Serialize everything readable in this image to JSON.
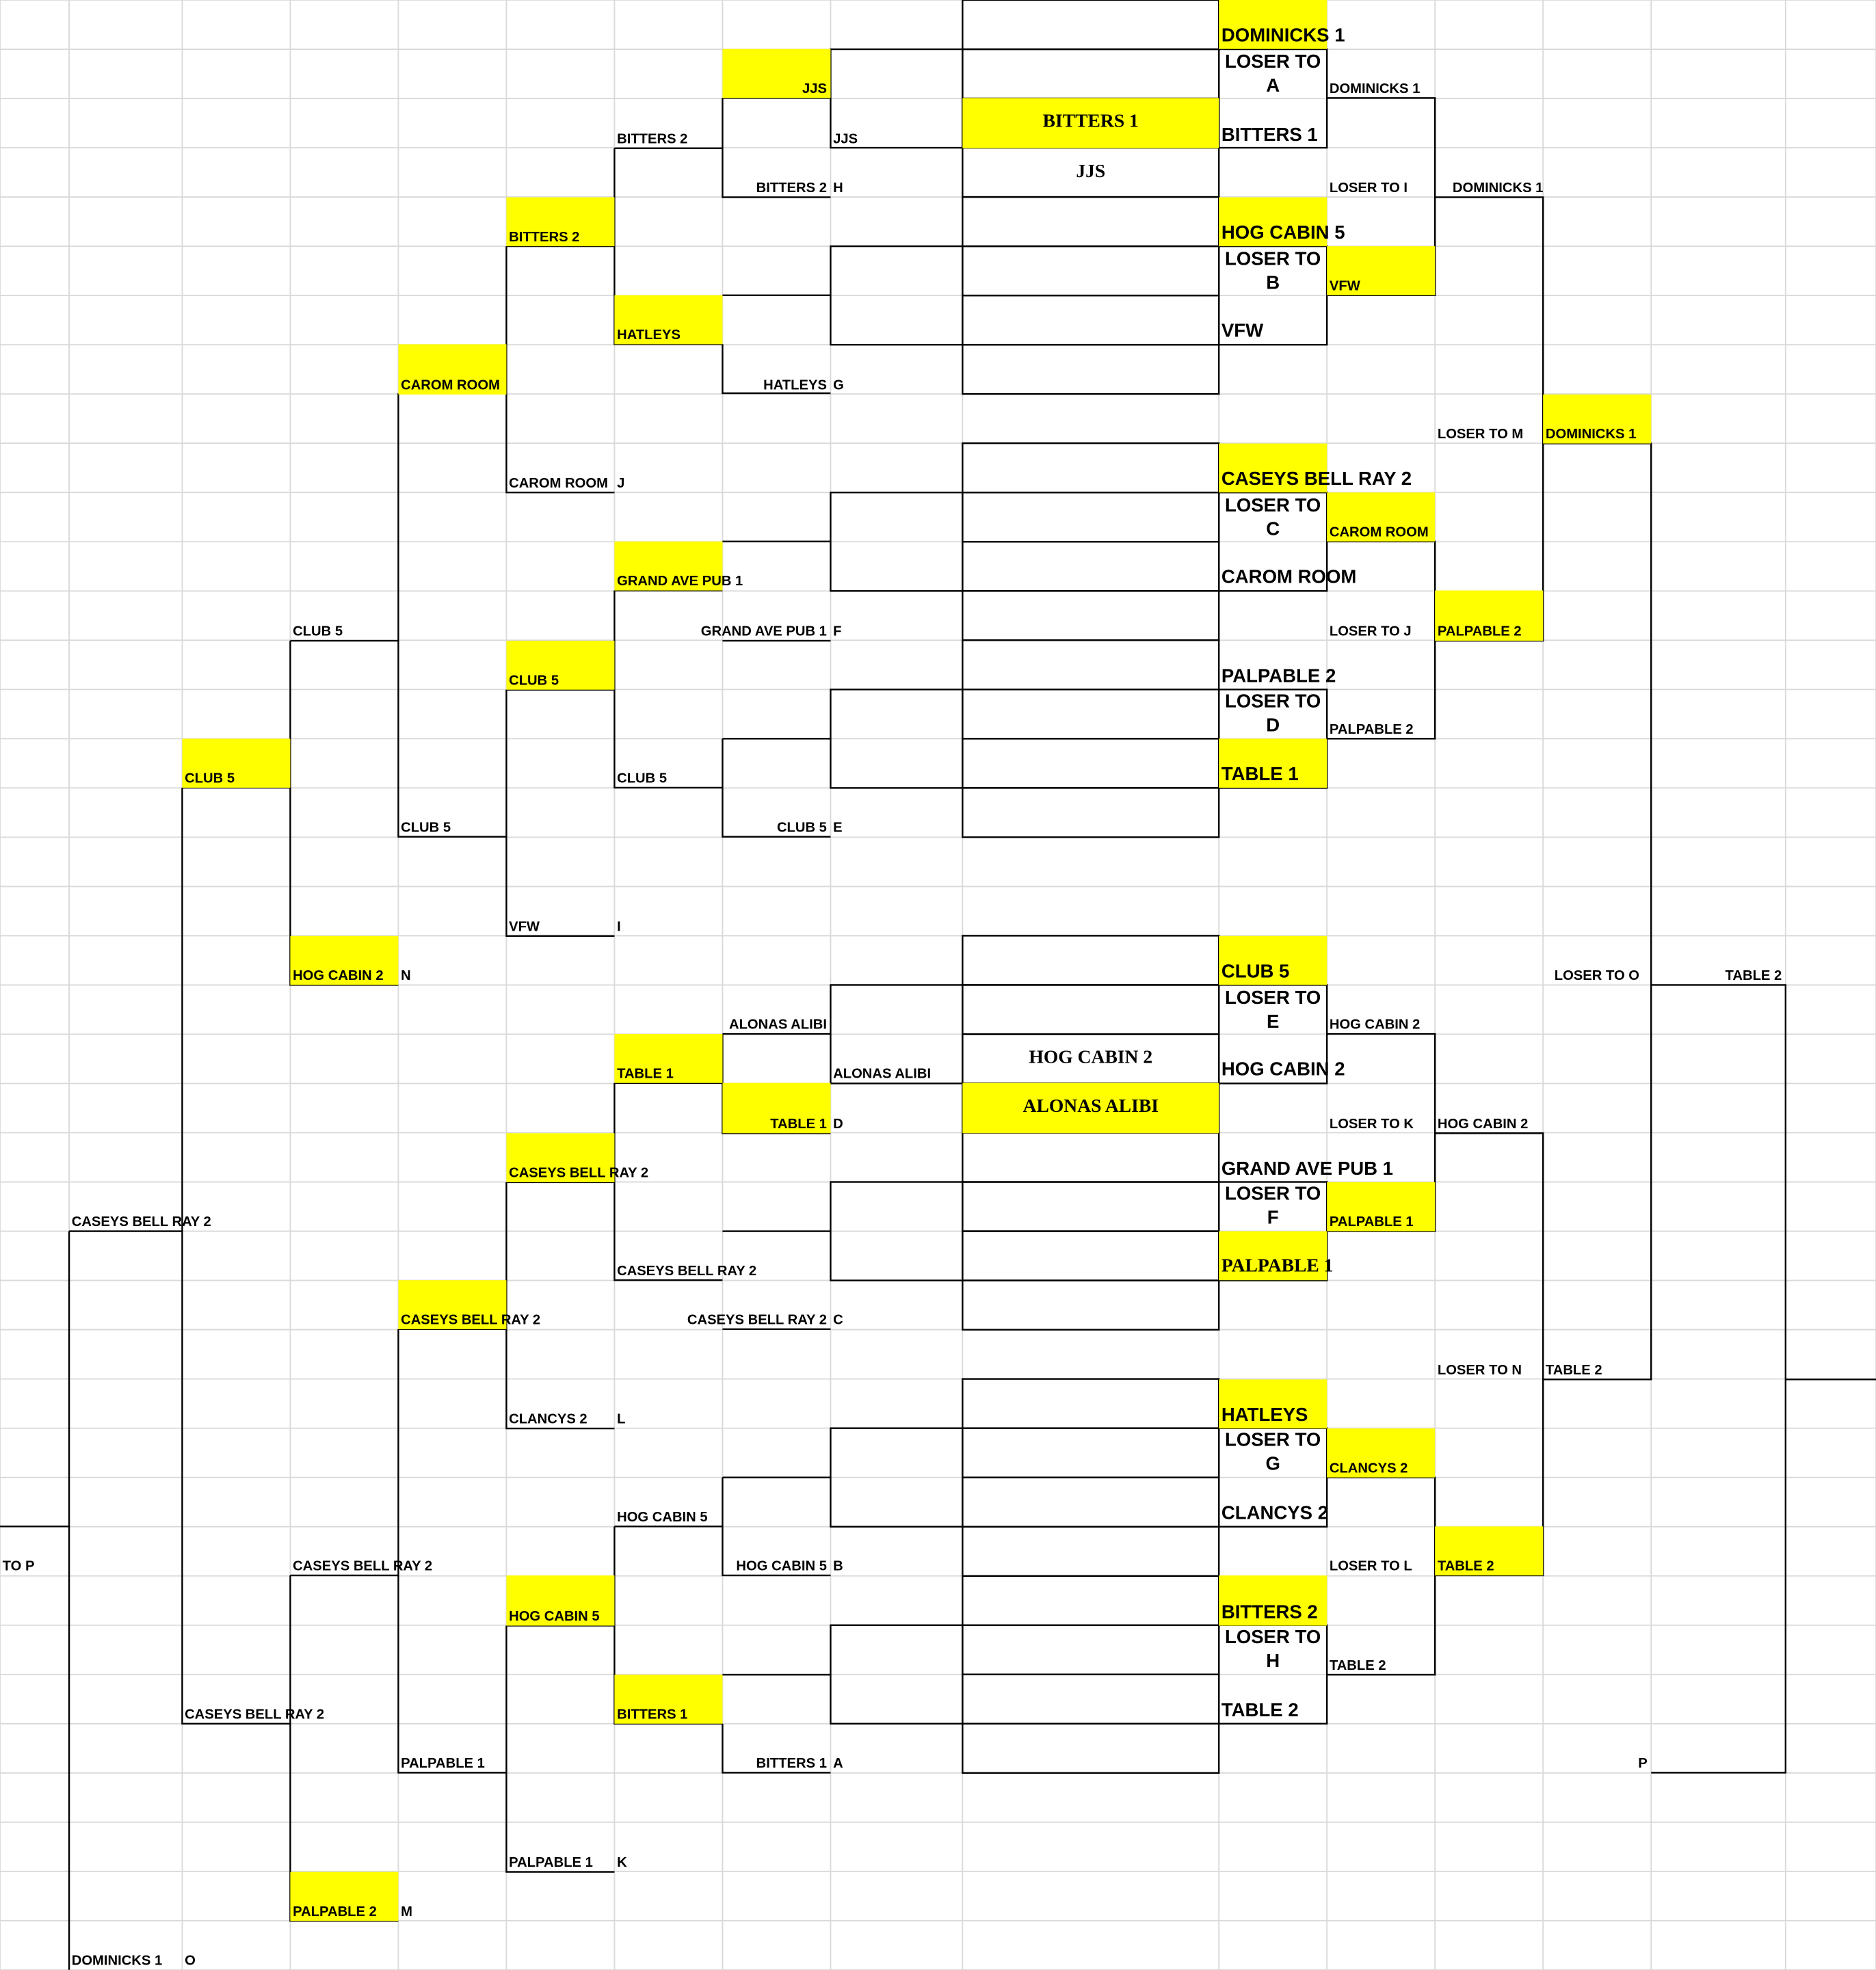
{
  "bracket_left": [
    "JJS",
    "BITTERS 2",
    "JJS",
    "BITTERS 2",
    "H",
    "BITTERS 2",
    "HATLEYS",
    "CAROM ROOM",
    "HATLEYS",
    "G",
    "CAROM ROOM",
    "J",
    "GRAND AVE PUB 1",
    "CLUB 5",
    "GRAND AVE PUB 1",
    "F",
    "CLUB 5",
    "CLUB 5",
    "CLUB 5",
    "CLUB 5",
    "CLUB 5",
    "E",
    "VFW",
    "I",
    "HOG CABIN 2",
    "N",
    "ALONAS ALIBI",
    "TABLE 1",
    "ALONAS ALIBI",
    "TABLE 1",
    "D",
    "CASEYS BELL RAY 2",
    "CASEYS BELL RAY 2",
    "CASEYS BELL RAY 2",
    "CASEYS BELL RAY 2",
    "CASEYS BELL RAY 2",
    "C",
    "CLANCYS 2",
    "L",
    "HOG CABIN 5",
    "TO P",
    "CASEYS BELL RAY 2",
    "HOG CABIN 5",
    "B",
    "HOG CABIN 5",
    "CASEYS BELL RAY 2",
    "BITTERS 1",
    "PALPABLE 1",
    "BITTERS 1",
    "A",
    "PALPABLE 1",
    "K",
    "PALPABLE 2",
    "M",
    "DOMINICKS 1",
    "O"
  ],
  "center_matches": [
    "BITTERS 1",
    "JJS",
    "HOG CABIN 2",
    "ALONAS ALIBI"
  ],
  "losers_column": {
    "teams": [
      "DOMINICKS 1",
      "BITTERS 1",
      "HOG CABIN 5",
      "VFW",
      "CASEYS BELL RAY 2",
      "CAROM ROOM",
      "PALPABLE 2",
      "TABLE 1",
      "CLUB 5",
      "HOG CABIN 2",
      "GRAND AVE PUB 1",
      "PALPABLE 1",
      "HATLEYS",
      "CLANCYS 2",
      "BITTERS 2",
      "TABLE 2"
    ],
    "loser_label": "LOSER TO",
    "loser_letters": [
      "A",
      "B",
      "C",
      "D",
      "E",
      "F",
      "G",
      "H"
    ]
  },
  "bracket_right": [
    "DOMINICKS 1",
    "LOSER TO I",
    "VFW",
    "CAROM ROOM",
    "LOSER TO J",
    "PALPABLE 2",
    "HOG CABIN 2",
    "LOSER TO K",
    "PALPABLE 1",
    "CLANCYS 2",
    "LOSER TO L",
    "TABLE 2",
    "DOMINICKS 1",
    "LOSER TO M",
    "PALPABLE 2",
    "HOG CABIN 2",
    "LOSER TO N",
    "TABLE 2",
    "DOMINICKS 1",
    "LOSER TO O",
    "TABLE 2",
    "P",
    "TABLE 2"
  ],
  "colors": {
    "highlight": "#ffff00",
    "grid": "#d9d9d9",
    "line": "#000000"
  }
}
